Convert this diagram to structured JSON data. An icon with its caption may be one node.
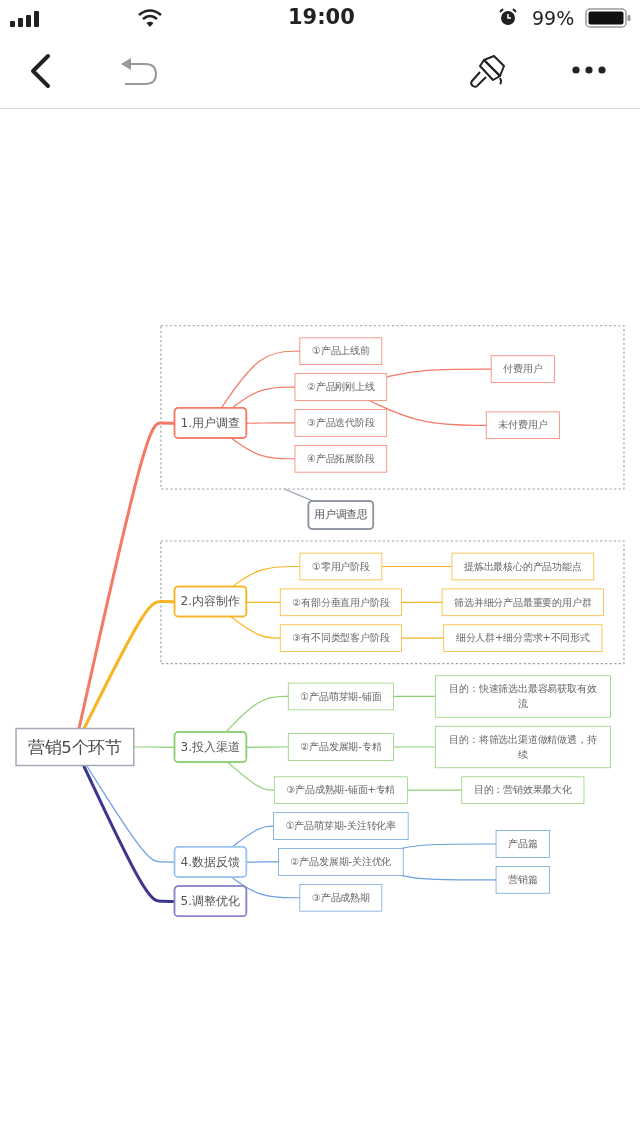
{
  "diagram": {
    "nodes": [
      {
        "text": [
          "营销5个环节"
        ]
      },
      {
        "text": [],
        "shape": "box"
      },
      {
        "text": [
          "1.用户调查"
        ],
        "in": 1
      },
      {
        "text": [
          "①产品上线前"
        ],
        "in": 1
      },
      {
        "text": [
          "②产品刚刚上线"
        ],
        "in": 1
      },
      {
        "text": [
          "付费用户"
        ],
        "in": 1
      },
      {
        "text": [
          "未付费用户"
        ],
        "in": 1
      },
      {
        "text": [
          "③产品迭代阶段"
        ],
        "in": 1
      },
      {
        "text": [
          "④产品拓展阶段"
        ],
        "in": 1
      },
      {
        "text": [
          "用户调查思"
        ]
      },
      {
        "text": [],
        "shape": "box"
      },
      {
        "text": [
          "2.内容制作"
        ],
        "in": 10
      },
      {
        "text": [
          "①零用户阶段"
        ],
        "in": 10
      },
      {
        "text": [
          "提炼出最核心的产品功能点"
        ],
        "in": 10
      },
      {
        "text": [
          "②有部分垂直用户阶段"
        ],
        "in": 10
      },
      {
        "text": [
          "筛选并细分产品最重要的用户群"
        ],
        "in": 10
      },
      {
        "text": [
          "③有不同类型客户阶段"
        ],
        "in": 10
      },
      {
        "text": [
          "细分人群+细分需求+不同形式"
        ],
        "in": 10
      },
      {
        "text": [
          "3.投入渠道"
        ]
      },
      {
        "text": [
          "①产品萌芽期-铺面"
        ]
      },
      {
        "text": [
          "目的：快速筛选出最容易获取有效流"
        ]
      },
      {
        "text": [
          "②产品发展期-专精"
        ]
      },
      {
        "text": [
          "目的：将筛选出渠道做精做透，持续"
        ]
      },
      {
        "text": [
          "③产品成熟期-铺面+专精"
        ]
      },
      {
        "text": [
          "目的：营销效果最大化"
        ]
      },
      {
        "text": [
          "4.数据反馈"
        ]
      },
      {
        "text": [
          "①产品萌芽期-关注转化率"
        ]
      },
      {
        "text": [
          "②产品发展期-关注优化"
        ]
      },
      {
        "text": [
          "产品篇"
        ]
      },
      {
        "text": [
          "营销篇"
        ]
      },
      {
        "text": [
          "③产品成熟期"
        ]
      },
      {
        "text": [
          "5.调整优化"
        ]
      }
    ],
    "edges": [
      {
        "from": 0,
        "to": 2,
        "arrow": "none",
        "style": "thick",
        "color": "#f47a66"
      },
      {
        "from": 2,
        "to": 3,
        "arrow": "none",
        "color": "#f47a66"
      },
      {
        "from": 2,
        "to": 4,
        "arrow": "none",
        "color": "#f47a66"
      },
      {
        "from": 4,
        "to": 5,
        "arrow": "none",
        "color": "#f47a66"
      },
      {
        "from": 4,
        "to": 6,
        "arrow": "none",
        "color": "#f47a66"
      },
      {
        "from": 2,
        "to": 7,
        "arrow": "none",
        "color": "#f47a66"
      },
      {
        "from": 2,
        "to": 8,
        "arrow": "none",
        "color": "#f47a66"
      },
      {
        "from": 1,
        "to": 9,
        "arrow": "none",
        "color": "#9aa0ad"
      },
      {
        "from": 0,
        "to": 11,
        "arrow": "none",
        "style": "thick",
        "color": "#f7b523"
      },
      {
        "from": 11,
        "to": 12,
        "arrow": "none",
        "color": "#f7b523"
      },
      {
        "from": 12,
        "to": 13,
        "arrow": "none",
        "color": "#f7b523"
      },
      {
        "from": 11,
        "to": 14,
        "arrow": "none",
        "color": "#f7b523"
      },
      {
        "from": 14,
        "to": 15,
        "arrow": "none",
        "color": "#f7b523"
      },
      {
        "from": 11,
        "to": 16,
        "arrow": "none",
        "color": "#f7b523"
      },
      {
        "from": 16,
        "to": 17,
        "arrow": "none",
        "color": "#f7b523"
      },
      {
        "from": 0,
        "to": 18,
        "arrow": "none",
        "color": "#8ccf74"
      },
      {
        "from": 18,
        "to": 19,
        "arrow": "none",
        "color": "#8ccf74"
      },
      {
        "from": 19,
        "to": 20,
        "arrow": "none",
        "color": "#8ccf74"
      },
      {
        "from": 18,
        "to": 21,
        "arrow": "none",
        "color": "#8ccf74"
      },
      {
        "from": 21,
        "to": 22,
        "arrow": "none",
        "color": "#8ccf74"
      },
      {
        "from": 18,
        "to": 23,
        "arrow": "none",
        "color": "#8ccf74"
      },
      {
        "from": 23,
        "to": 24,
        "arrow": "none",
        "color": "#8ccf74"
      },
      {
        "from": 0,
        "to": 25,
        "arrow": "none",
        "color": "#6a9fe0"
      },
      {
        "from": 25,
        "to": 26,
        "arrow": "none",
        "color": "#6a9fe0"
      },
      {
        "from": 25,
        "to": 27,
        "arrow": "none",
        "color": "#6a9fe0"
      },
      {
        "from": 27,
        "to": 28,
        "arrow": "none",
        "color": "#6a9fe0"
      },
      {
        "from": 27,
        "to": 29,
        "arrow": "none",
        "color": "#6a9fe0"
      },
      {
        "from": 25,
        "to": 30,
        "arrow": "none",
        "color": "#6a9fe0"
      },
      {
        "from": 0,
        "to": 31,
        "arrow": "none",
        "style": "thick",
        "color": "#3d3690"
      }
    ],
    "labels": [
      "19:00",
      "99%"
    ]
  }
}
